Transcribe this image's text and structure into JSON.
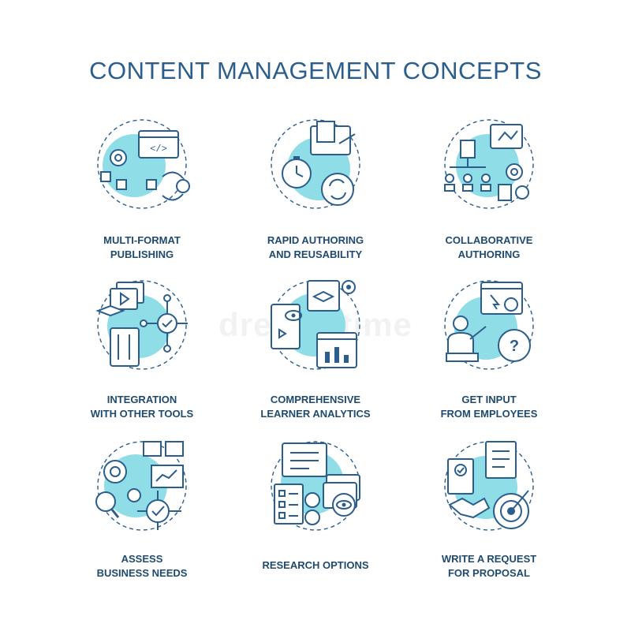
{
  "title": "CONTENT MANAGEMENT CONCEPTS",
  "watermark": "dreamstime",
  "colors": {
    "accent": "#8fdde6",
    "stroke": "#2b5e8c",
    "text": "#1f4a6e"
  },
  "items": [
    {
      "label": "MULTI-FORMAT\nPUBLISHING",
      "icon": "multi-format-publishing-icon"
    },
    {
      "label": "RAPID AUTHORING\nAND REUSABILITY",
      "icon": "rapid-authoring-icon"
    },
    {
      "label": "COLLABORATIVE\nAUTHORING",
      "icon": "collaborative-authoring-icon"
    },
    {
      "label": "INTEGRATION\nWITH OTHER TOOLS",
      "icon": "integration-icon"
    },
    {
      "label": "COMPREHENSIVE\nLEARNER ANALYTICS",
      "icon": "learner-analytics-icon"
    },
    {
      "label": "GET INPUT\nFROM EMPLOYEES",
      "icon": "employee-input-icon"
    },
    {
      "label": "ASSESS\nBUSINESS NEEDS",
      "icon": "business-needs-icon"
    },
    {
      "label": "RESEARCH OPTIONS",
      "icon": "research-options-icon"
    },
    {
      "label": "WRITE A REQUEST\nFOR PROPOSAL",
      "icon": "request-for-proposal-icon"
    }
  ]
}
